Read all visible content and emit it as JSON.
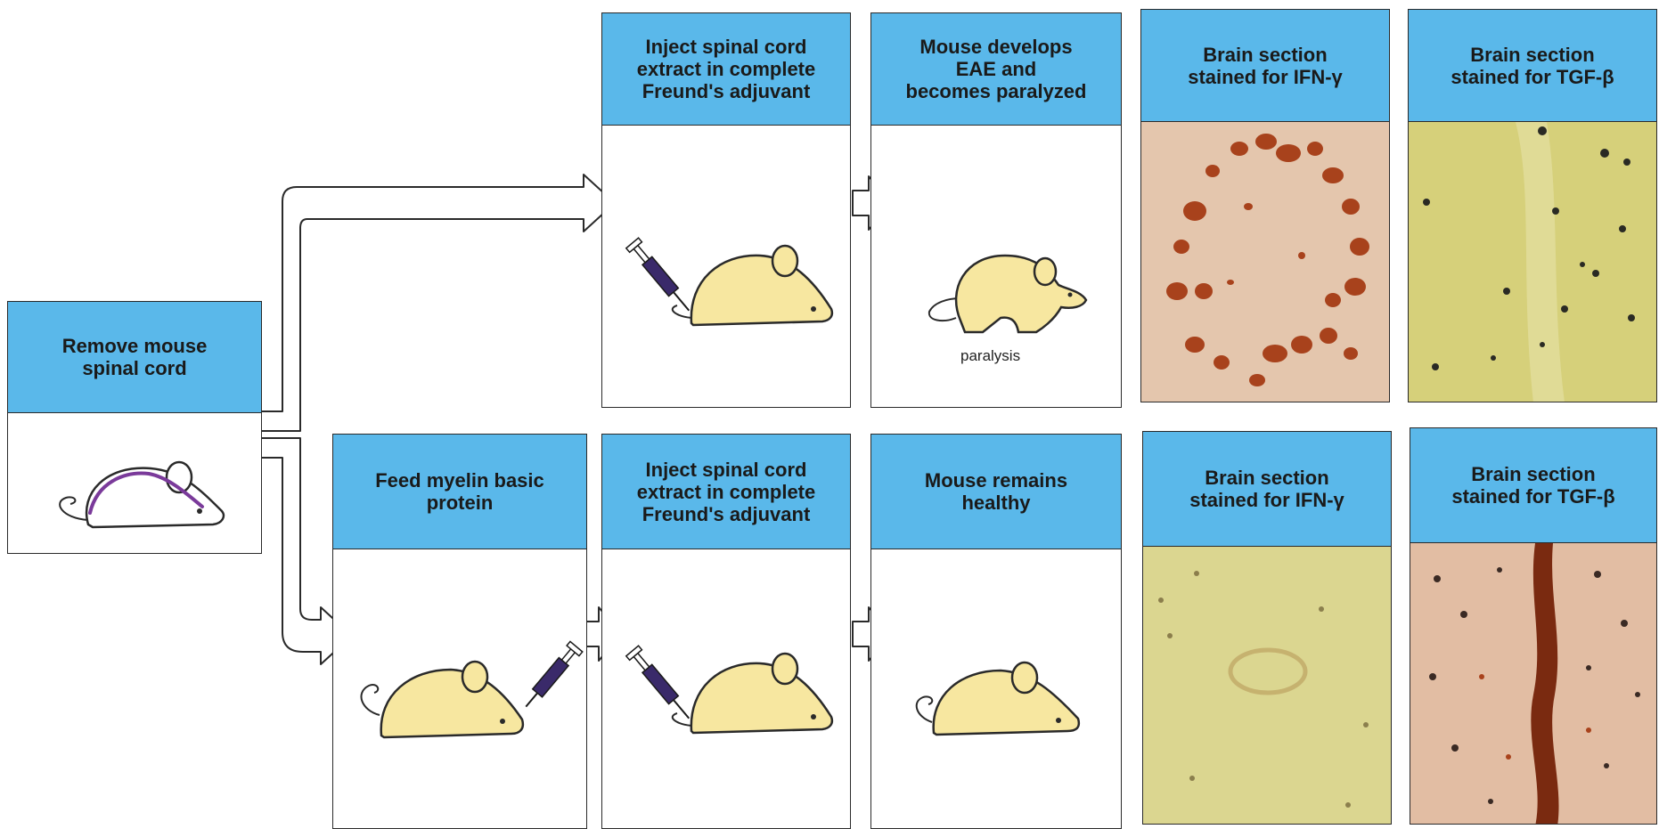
{
  "start": {
    "label": "Remove mouse\nspinal cord"
  },
  "top_row": {
    "inject": "Inject spinal cord\nextract in complete\nFreund's adjuvant",
    "outcome": "Mouse develops\nEAE and\nbecomes paralyzed",
    "outcome_caption": "paralysis",
    "ifn": "Brain section\nstained for IFN-γ",
    "tgf": "Brain section\nstained for TGF-β"
  },
  "bottom_row": {
    "feed": "Feed myelin basic\nprotein",
    "inject": "Inject spinal cord\nextract in complete\nFreund's adjuvant",
    "outcome": "Mouse remains\nhealthy",
    "ifn": "Brain section\nstained for IFN-γ",
    "tgf": "Brain section\nstained for TGF-β"
  },
  "colors": {
    "header_blue": "#5ab8ea",
    "mouse_fill": "#f7e7a0",
    "syringe": "#3a2a6a",
    "spinal_cord": "#7a3a9a",
    "photo_yellow": "#d6d07a",
    "photo_pink": "#e2bda3",
    "stain_brown": "#a8421c"
  }
}
